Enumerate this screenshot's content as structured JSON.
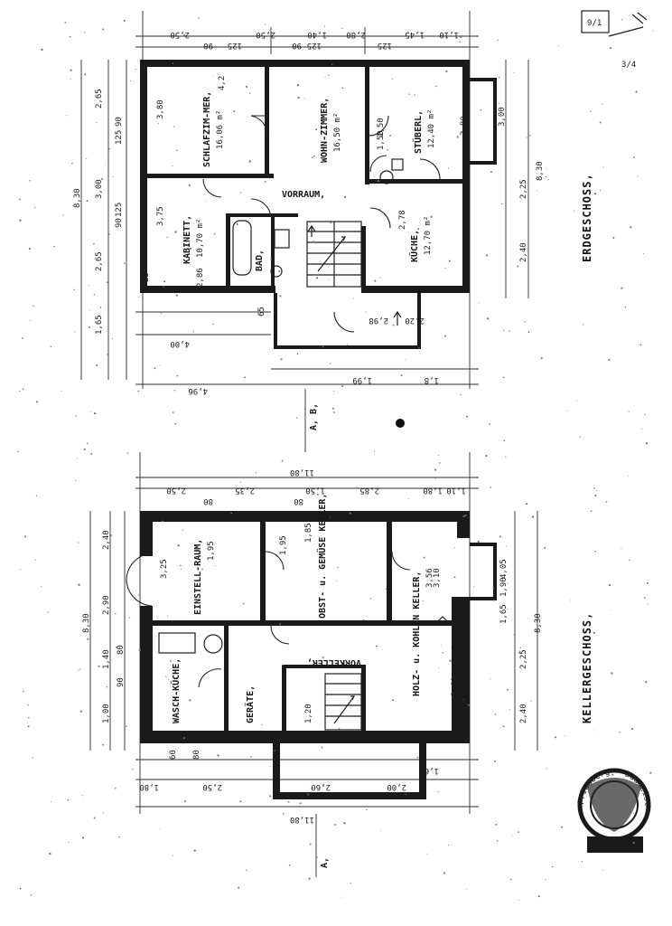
{
  "floors": {
    "eg": {
      "title": "ERDGESCHOSS,",
      "rooms": {
        "schlafzimmer": "SCHLAFZIM-MER,",
        "schlafzimmer_area": "16,06 m²",
        "wohnzimmer": "WOHN-ZIMMER,",
        "wohnzimmer_area": "16,50 m²",
        "stuebchen": "STÜBERL,",
        "stuebchen_area": "12,40 m²",
        "kabinett": "KABINETT,",
        "kabinett_area": "10,70 m²",
        "vorraum": "VORRAUM,",
        "bad": "BAD,",
        "kueche": "KÜCHE,",
        "kueche_area": "12,70 m²"
      },
      "dims": {
        "top": [
          "2,50",
          "90",
          "125",
          "2,50",
          "90",
          "125",
          "1,40",
          "2,80",
          "125",
          "1,45",
          "1,10"
        ],
        "left": [
          "8,30",
          "2,65",
          "3,00",
          "2,65",
          "1,65",
          "125",
          "90",
          "125",
          "90"
        ],
        "right": [
          "3,00",
          "2,25",
          "8,30",
          "2,40"
        ],
        "bottom": [
          "4,00",
          "4,96",
          "1,99",
          "1,8",
          "2,98",
          "2,20"
        ],
        "inner": [
          "3,80",
          "3,75",
          "2,86",
          "3,80",
          "4,2",
          "2,78",
          "1,50",
          "1,50",
          "25",
          "65"
        ]
      },
      "section": "A, B,"
    },
    "kg": {
      "title": "KELLERGESCHOSS,",
      "rooms": {
        "einstellraum": "EINSTELL-RAUM,",
        "gemuesekeller": "OBST- u. GEMÜSE KELLER,",
        "holzkeller": "HOLZ- u. KOHLEN KELLER,",
        "vorkeller": "VORKELLER,",
        "waschkueche": "WASCH-KÜCHE,",
        "geraete": "GERÄTE,"
      },
      "dims": {
        "top": [
          "11,80",
          "2,50",
          "80",
          "2,35",
          "80",
          "1,50",
          "2,85",
          "1,80",
          "1,10"
        ],
        "left": [
          "8,30",
          "2,40",
          "2,90",
          "1,40",
          "1,00",
          "80",
          "90"
        ],
        "right": [
          "4,05",
          "1,65",
          "1,90",
          "8,30",
          "2,25",
          "2,40"
        ],
        "bottom": [
          "11,80",
          "1,80",
          "2,50",
          "2,00",
          "1,65",
          "2,60"
        ],
        "inner": [
          "3,25",
          "3,56",
          "1,95",
          "1,85",
          "3,60",
          "3,10",
          "1,95",
          "1,20",
          "60",
          "80"
        ]
      },
      "section": "A,"
    }
  },
  "stamp": {
    "text": "Friedberg · Baumeister"
  },
  "corner": {
    "sheet": "3/4",
    "box": "9/1"
  }
}
